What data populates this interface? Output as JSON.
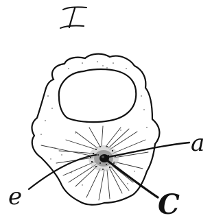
{
  "figure": {
    "numeral": "I",
    "labels": {
      "a": "a",
      "c": "C",
      "e": "e"
    }
  },
  "colors": {
    "ink": "#111111",
    "paper": "#ffffff"
  }
}
